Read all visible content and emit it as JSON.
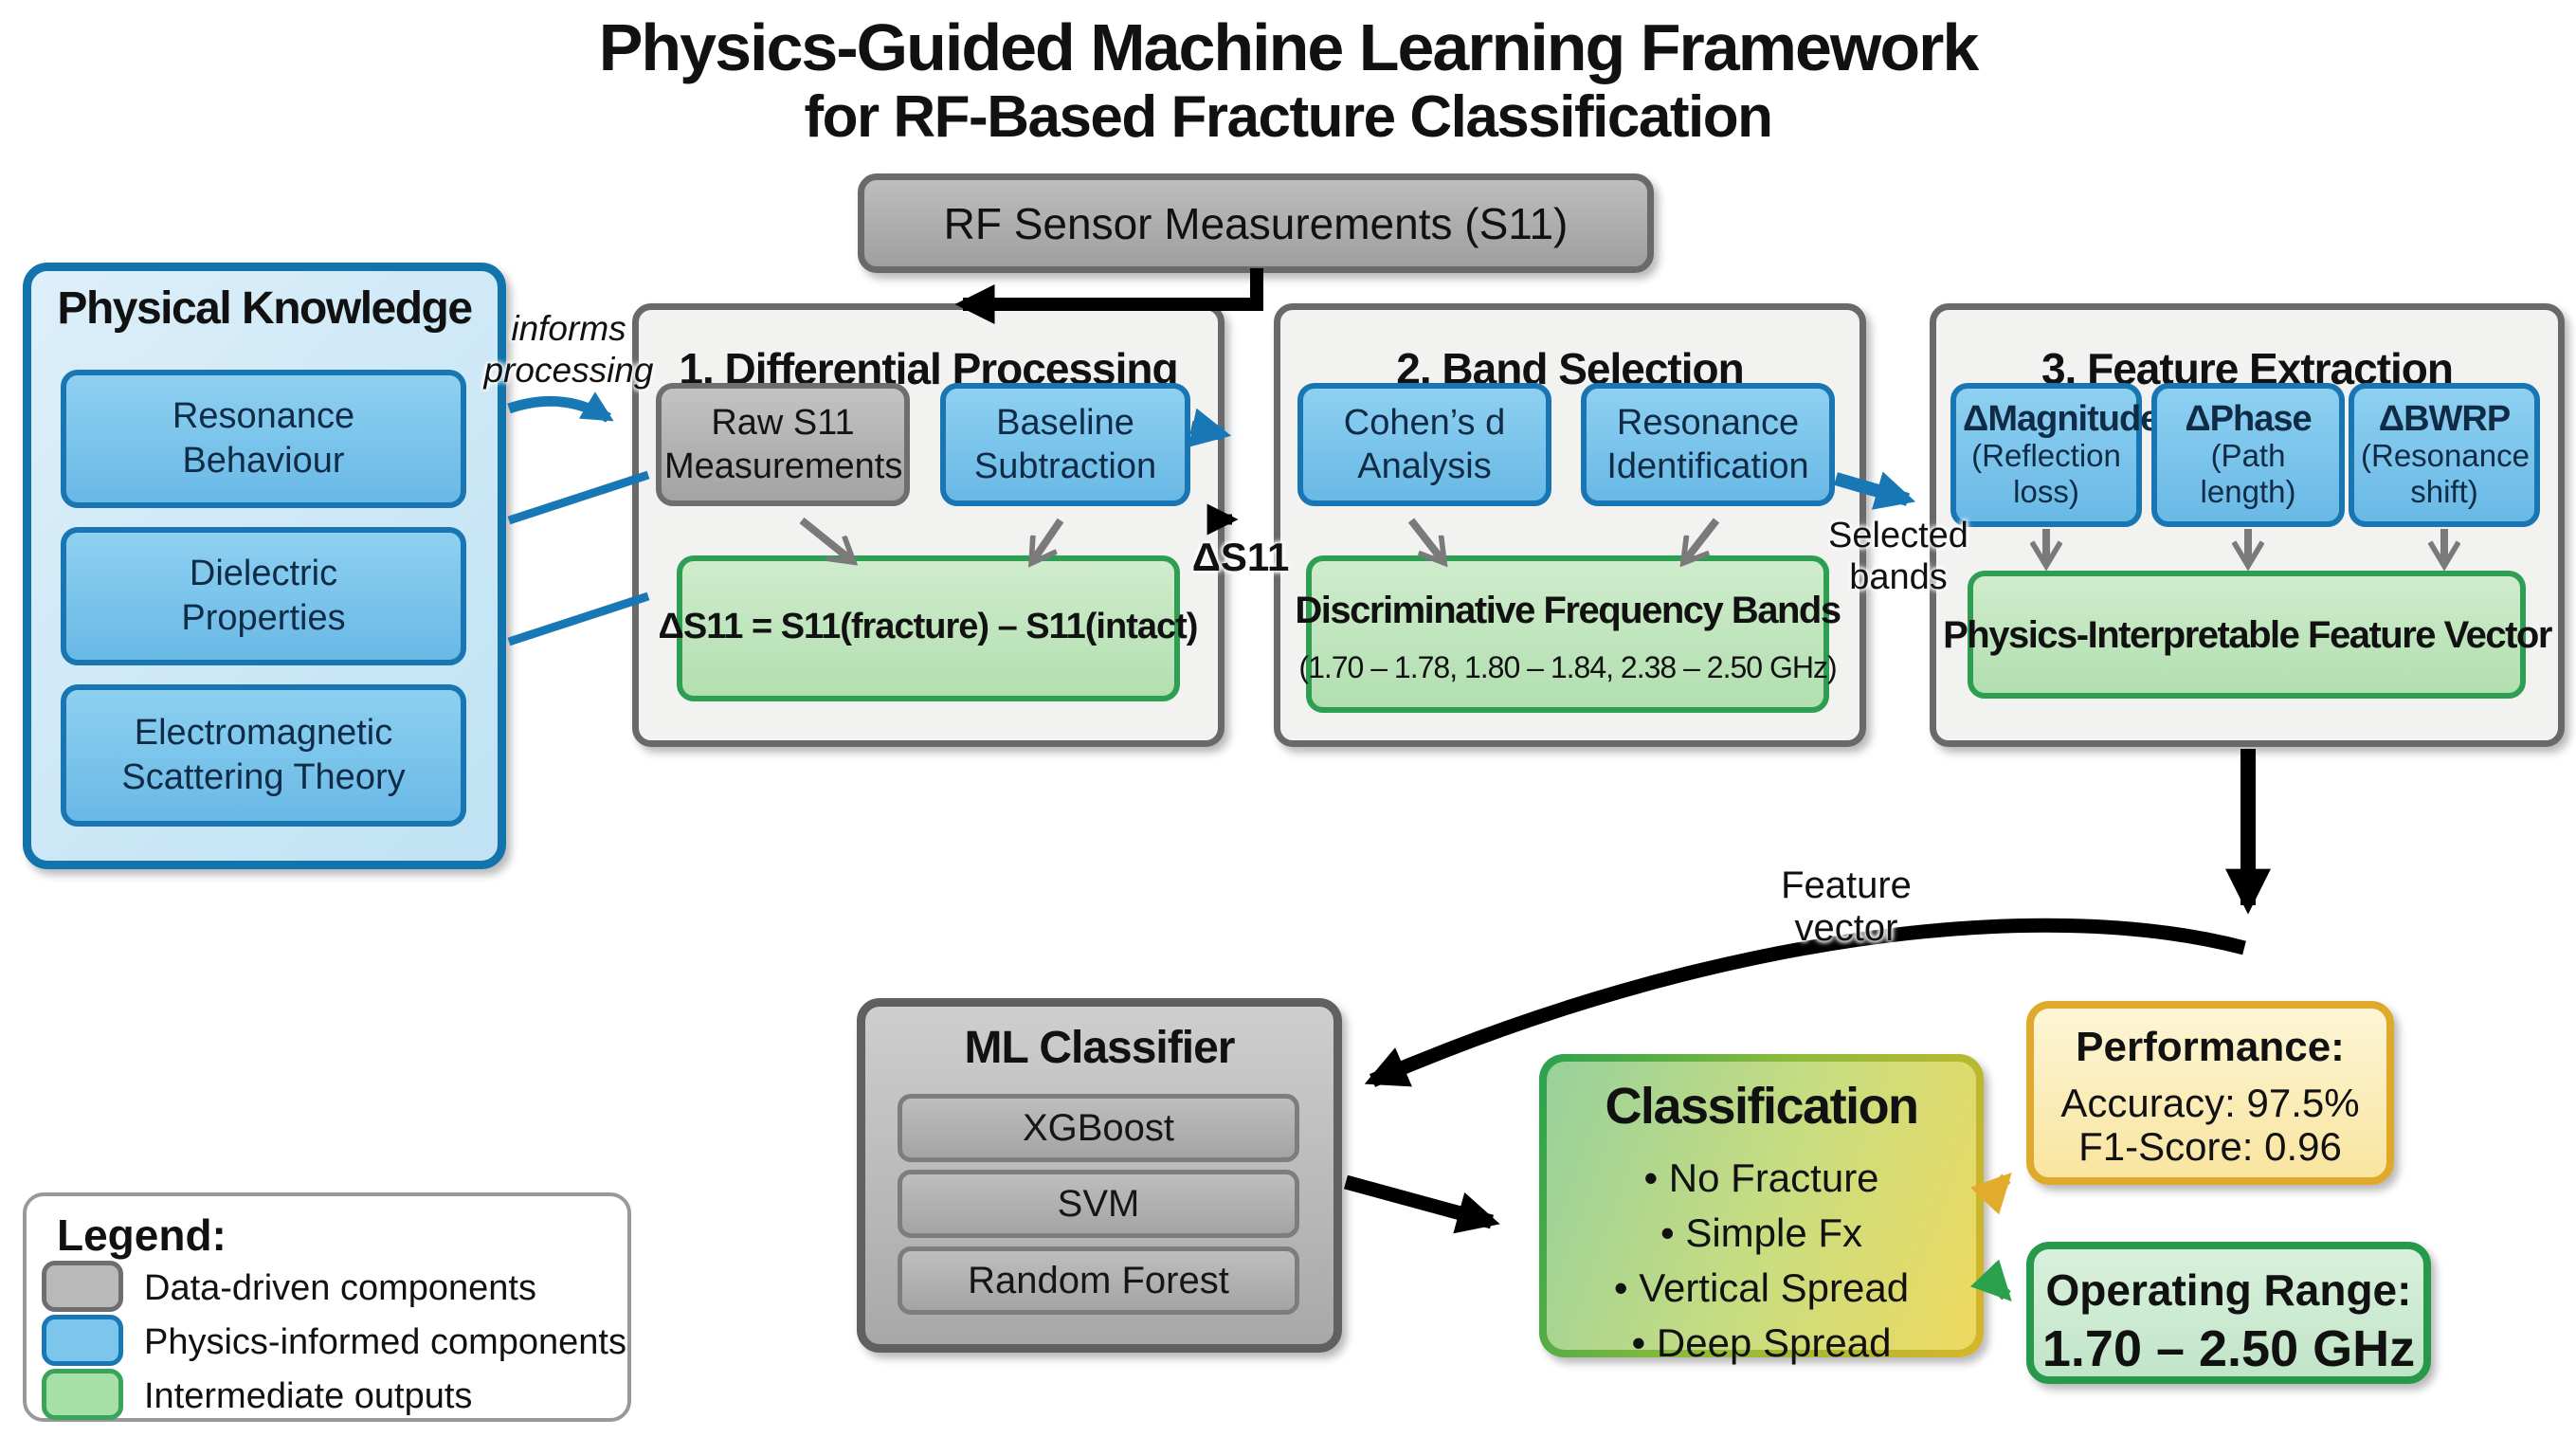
{
  "title": {
    "line1": "Physics-Guided Machine Learning Framework",
    "line2": "for RF-Based Fracture Classification"
  },
  "rf_box": {
    "label": "RF Sensor Measurements (S11)"
  },
  "physical_knowledge": {
    "title": "Physical Knowledge",
    "items": [
      "Resonance Behaviour",
      "Dielectric Properties",
      "Electromagnetic Scattering Theory"
    ]
  },
  "informs_label": {
    "line1": "informs",
    "line2": "processing"
  },
  "stage1": {
    "title": "1. Differential Processing",
    "raw_box": "Raw S11 Measurements",
    "baseline_box": "Baseline Subtraction",
    "formula": "ΔS11 = S11(fracture) – S11(intact)"
  },
  "delta_s11_label": "ΔS11",
  "stage2": {
    "title": "2. Band Selection",
    "cohens_box": "Cohen’s d Analysis",
    "resonance_box": "Resonance Identification",
    "bands_title": "Discriminative Frequency Bands",
    "bands_range": "(1.70 – 1.78, 1.80 – 1.84, 2.38 – 2.50 GHz)"
  },
  "selected_bands_label": {
    "line1": "Selected",
    "line2": "bands"
  },
  "stage3": {
    "title": "3. Feature Extraction",
    "features": [
      {
        "name": "ΔMagnitude",
        "desc": "(Reflection loss)"
      },
      {
        "name": "ΔPhase",
        "desc": "(Path length)"
      },
      {
        "name": "ΔBWRP",
        "desc": "(Resonance shift)"
      }
    ],
    "output": "Physics-Interpretable Feature Vector"
  },
  "feature_vector_label": {
    "line1": "Feature",
    "line2": "vector"
  },
  "ml_classifier": {
    "title": "ML Classifier",
    "models": [
      "XGBoost",
      "SVM",
      "Random Forest"
    ]
  },
  "classification": {
    "title": "Classification",
    "classes": [
      "• No Fracture",
      "• Simple Fx",
      "• Vertical Spread",
      "• Deep Spread"
    ]
  },
  "performance": {
    "title": "Performance:",
    "accuracy": "Accuracy: 97.5%",
    "f1": "F1-Score: 0.96"
  },
  "operating_range": {
    "title": "Operating Range:",
    "range": "1.70 – 2.50 GHz"
  },
  "legend": {
    "title": "Legend:",
    "items": [
      {
        "swatch": "gray",
        "label": "Data-driven components"
      },
      {
        "swatch": "blue",
        "label": "Physics-informed components"
      },
      {
        "swatch": "green",
        "label": "Intermediate outputs"
      }
    ]
  },
  "colors": {
    "physics_informed_fill": "#7cc6ec",
    "physics_informed_border": "#1878b5",
    "data_driven_fill": "#b3b3b3",
    "data_driven_border": "#6a6a6a",
    "intermediate_fill": "#c5e8c4",
    "intermediate_border": "#2e9e53",
    "stage_panel_fill": "#f2f2f1",
    "performance_border": "#dfa92b",
    "operating_border": "#27994b",
    "arrow_blue": "#1878b5",
    "arrow_black": "#000000",
    "arrow_gray": "#7a7a7a",
    "arrow_gold": "#e2ab2b",
    "arrow_green": "#2ba14e"
  }
}
